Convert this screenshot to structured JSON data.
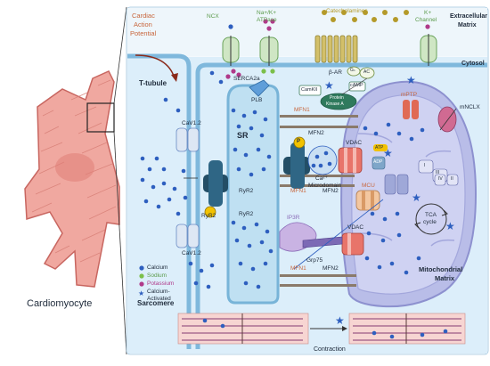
{
  "cell_label": "Cardiomyocyte",
  "signal": {
    "line1": "Cardiac",
    "line2": "Action",
    "line3": "Potential"
  },
  "regions": {
    "extracellular_1": "Extracellular",
    "extracellular_2": "Matrix",
    "cytosol": "Cytosol",
    "t_tubule": "T-tubule",
    "sr": "SR",
    "sarcomere": "Sarcomere",
    "mito_matrix_1": "Mitochondrial",
    "mito_matrix_2": "Matrix"
  },
  "membrane_proteins": {
    "ncx": "NCX",
    "nak_1": "Na+/K+",
    "nak_2": "ATPase",
    "catecholamines": "Catecholamines",
    "beta_ar": "β-AR",
    "gs": "Gₛ",
    "ac": "AC",
    "k_channel_1": "K+",
    "k_channel_2": "Channel"
  },
  "cytosol_labels": {
    "serca": "SERCA2a",
    "plb": "PLB",
    "camkii": "CamKII",
    "camp": "cAMP",
    "pka_1": "Protein",
    "pka_2": "Kinase A",
    "cav12_top": "CaV1.2",
    "cav12_bottom": "CaV1.2",
    "ryr2_left": "RyR2",
    "ryr2_top": "RyR2",
    "ryr2_mid": "RyR2",
    "p_marker": "P",
    "ca_micro_1": "Ca²⁺",
    "ca_micro_2": "Microdomain",
    "ip3r": "IP3R",
    "grp75": "Grp75",
    "contraction": "Contraction"
  },
  "tethers": {
    "mfn1_top": "MFN1",
    "mfn2_top": "MFN2",
    "mfn1_mid": "MFN1",
    "mfn2_mid": "MFN2",
    "mfn1_bot": "MFN1",
    "mfn2_bot": "MFN2"
  },
  "mito_labels": {
    "vdac_top": "VDAC",
    "vdac_bot": "VDAC",
    "mcu": "MCU",
    "mptp": "mPTP",
    "mnclx": "mNCLX",
    "tca_1": "TCA",
    "tca_2": "cycle",
    "complex_i": "I",
    "complex_iii": "III",
    "complex_iv": "IV",
    "complex_ii": "II",
    "atp": "ATP",
    "adp": "ADP"
  },
  "legend": [
    {
      "label": "Calcium",
      "color": "#2e5fbf",
      "icon": "dot"
    },
    {
      "label": "Sodium",
      "color": "#7bbf4a",
      "icon": "dot"
    },
    {
      "label": "Potassium",
      "color": "#b03a8a",
      "icon": "dot"
    },
    {
      "label": "Calcium-",
      "label2": "Activated",
      "color": "#2e5fbf",
      "icon": "star"
    }
  ],
  "colors": {
    "cell": "#f0a8a0",
    "cell_stroke": "#c86660",
    "cytosol_bg": "#dceefa",
    "membrane": "#7fb8dc",
    "sr": "#bfe0f2",
    "mito_outer": "#b9bde8",
    "mito_inner": "#cfd2f2",
    "calcium": "#2e5fbf",
    "sodium": "#7bbf4a",
    "potassium": "#b03a8a",
    "accent_orange": "#c8663c",
    "ryr2": "#234e66",
    "mfn_bar": "#8a7a6a"
  }
}
